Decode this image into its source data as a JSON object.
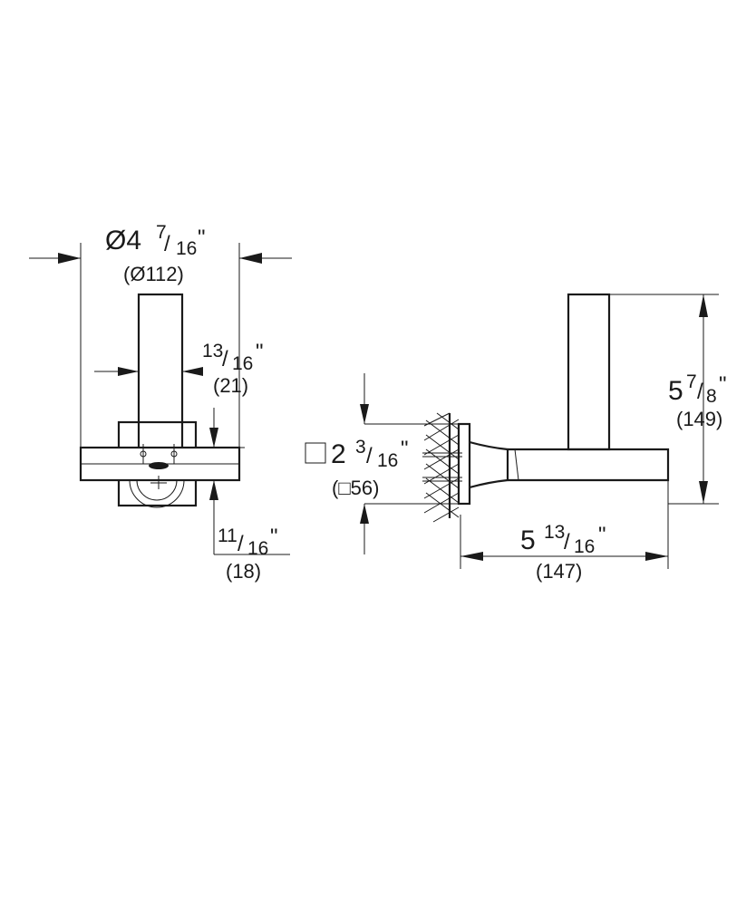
{
  "front_view": {
    "width_dim": {
      "prefix": "Ø4",
      "num": "7",
      "den": "16",
      "unit": "\"",
      "metric": "(Ø112)"
    },
    "post_dim": {
      "num": "13",
      "den": "16",
      "unit": "\"",
      "metric": "(21)"
    },
    "arm_dim": {
      "num": "11",
      "den": "16",
      "unit": "\"",
      "metric": "(18)"
    }
  },
  "side_view": {
    "plate_dim": {
      "prefix": "2",
      "num": "3",
      "den": "16",
      "unit": "\"",
      "metric": "(□56)"
    },
    "height_dim": {
      "prefix": "5",
      "num": "7",
      "den": "8",
      "unit": "\"",
      "metric": "(149)"
    },
    "length_dim": {
      "prefix": "5",
      "num": "13",
      "den": "16",
      "unit": "\"",
      "metric": "(147)"
    }
  },
  "colors": {
    "line": "#1a1a1a",
    "background": "#ffffff"
  }
}
